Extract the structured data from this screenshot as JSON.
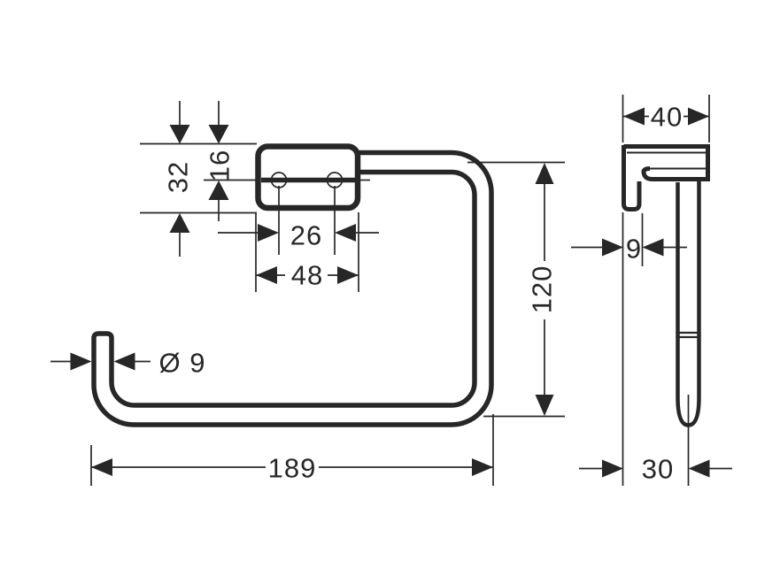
{
  "colors": {
    "line": "#272727",
    "background": "#ffffff"
  },
  "front_view": {
    "dims": {
      "plate_height": "32",
      "hole_to_top": "16",
      "hole_spacing": "26",
      "plate_width": "48",
      "bar_diameter": "Ø 9",
      "overall_width": "189",
      "overall_height": "120"
    }
  },
  "side_view": {
    "dims": {
      "depth": "40",
      "plate_thickness": "9",
      "wall_to_bar_center": "30"
    }
  }
}
